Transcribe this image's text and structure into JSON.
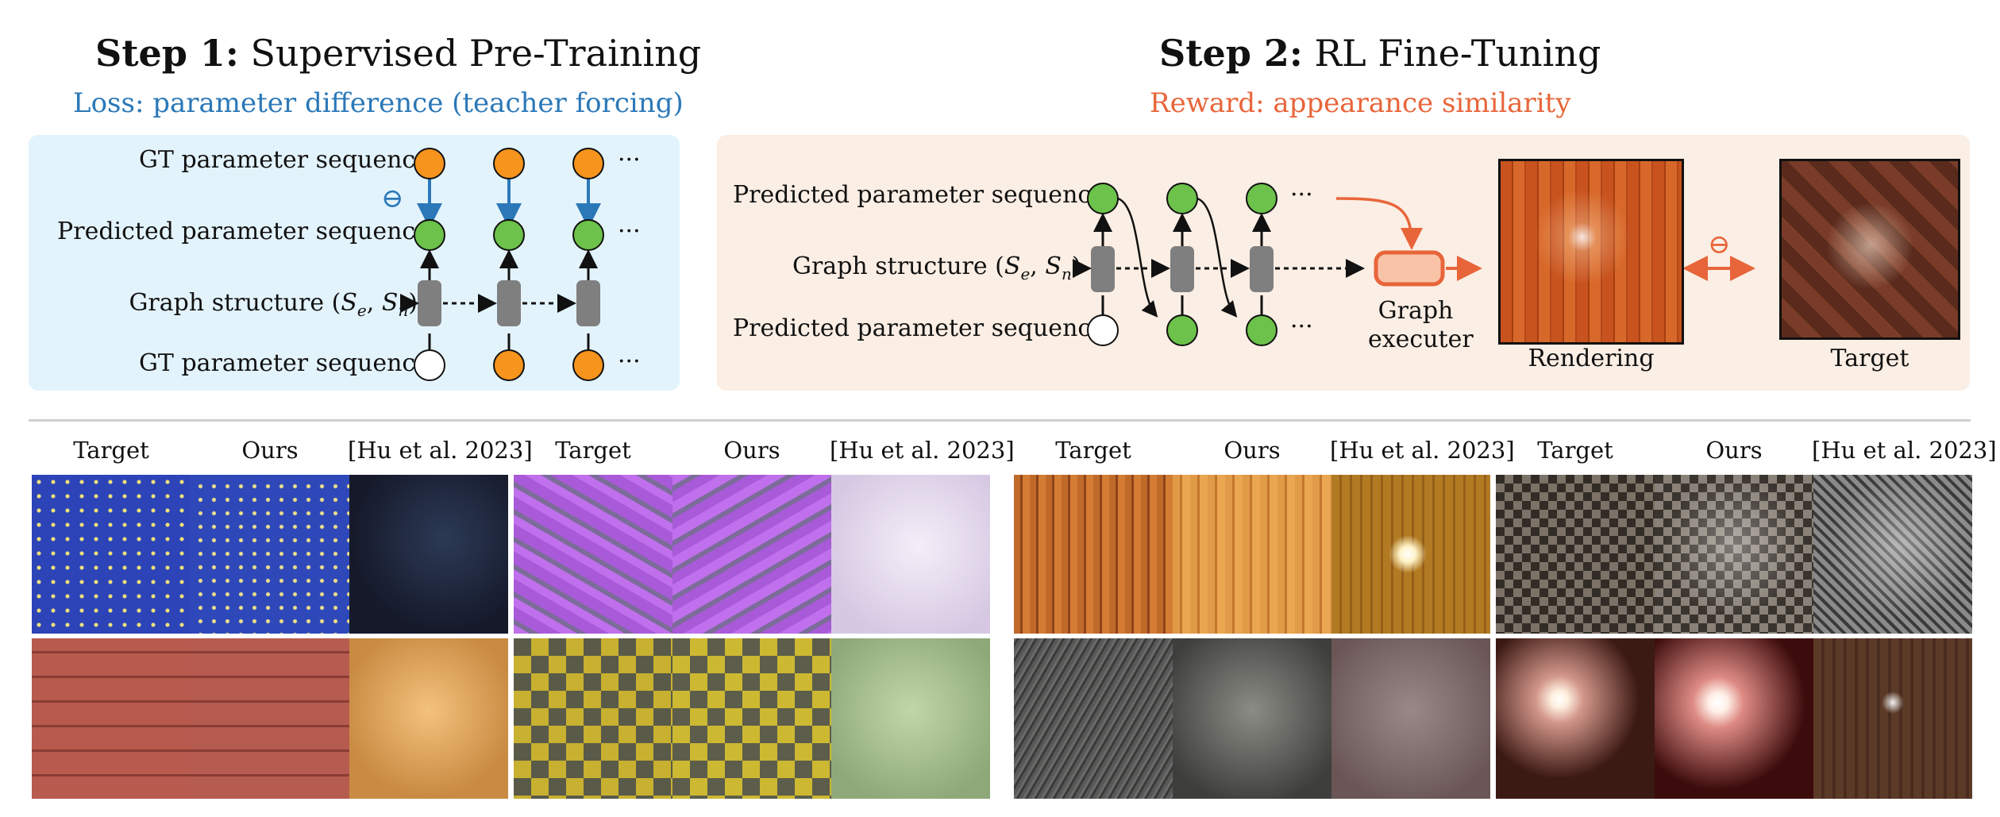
{
  "step1": {
    "step_label": "Step 1:",
    "step_title": "Supervised Pre-Training",
    "subtitle": "Loss: parameter difference (teacher forcing)",
    "gt_top_label": "GT parameter sequence",
    "predicted_label": "Predicted parameter sequence",
    "graph_label": "Graph structure",
    "graph_vars": "(Se, Sn)",
    "gt_bottom_label": "GT parameter sequence",
    "ellipsis": "···",
    "minus_symbol": "⊖"
  },
  "step2": {
    "step_label": "Step 2:",
    "step_title": "RL Fine-Tuning",
    "subtitle": "Reward: appearance similarity",
    "predicted_top_label": "Predicted parameter sequence",
    "graph_label": "Graph structure",
    "graph_vars": "(Se, Sn)",
    "predicted_bottom_label": "Predicted parameter sequence",
    "executer_label_1": "Graph",
    "executer_label_2": "executer",
    "rendering_label": "Rendering",
    "target_label": "Target",
    "ellipsis": "···",
    "minus_symbol": "⊖"
  },
  "comparison": {
    "groups": [
      {
        "h1": "Target",
        "h2": "Ours",
        "h3": "[Hu et al. 2023]"
      },
      {
        "h1": "Target",
        "h2": "Ours",
        "h3": "[Hu et al. 2023]"
      },
      {
        "h1": "Target",
        "h2": "Ours",
        "h3": "[Hu et al. 2023]"
      },
      {
        "h1": "Target",
        "h2": "Ours",
        "h3": "[Hu et al. 2023]"
      }
    ]
  },
  "colors": {
    "blue_accent": "#2b78b8",
    "orange_accent": "#e8653a",
    "panel1_bg": "#e3f3fc",
    "panel2_bg": "#fbeee4",
    "node_orange": "#f7941d",
    "node_green": "#6cc24a",
    "node_gray": "#7f7f7f"
  }
}
